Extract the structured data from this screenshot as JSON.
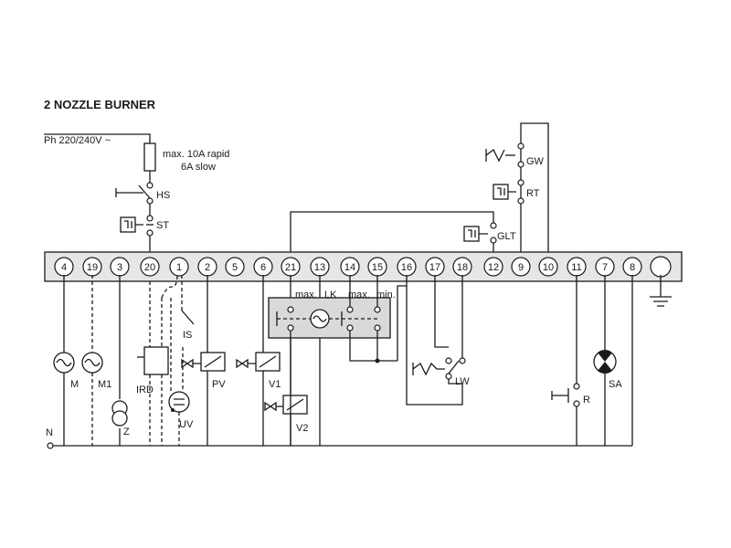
{
  "title": "2 NOZZLE BURNER",
  "supply": {
    "phase": "Ph 220/240V ~",
    "neutral": "N"
  },
  "fuse": {
    "line1": "max. 10A rapid",
    "line2": "6A slow"
  },
  "terminals": [
    "4",
    "19",
    "3",
    "20",
    "1",
    "2",
    "5",
    "6",
    "21",
    "13",
    "14",
    "15",
    "16",
    "17",
    "18",
    "12",
    "9",
    "10",
    "11",
    "7",
    "8",
    ""
  ],
  "components": {
    "hs": "HS",
    "st": "ST",
    "glt": "GLT",
    "gw": "GW",
    "rt": "RT",
    "is": "IS",
    "ird": "IRD",
    "uv": "UV",
    "pv": "PV",
    "v1": "V1",
    "v2": "V2",
    "m": "M",
    "m1": "M1",
    "z": "Z",
    "lw": "LW",
    "r": "R",
    "sa": "SA"
  },
  "lk": {
    "max_left": "max.",
    "lk": "LK",
    "max_right": "max.",
    "min": "min."
  },
  "colors": {
    "line": "#1a1a1a",
    "strip": "#e6e6e6",
    "lk_box": "#d9d9d9"
  }
}
